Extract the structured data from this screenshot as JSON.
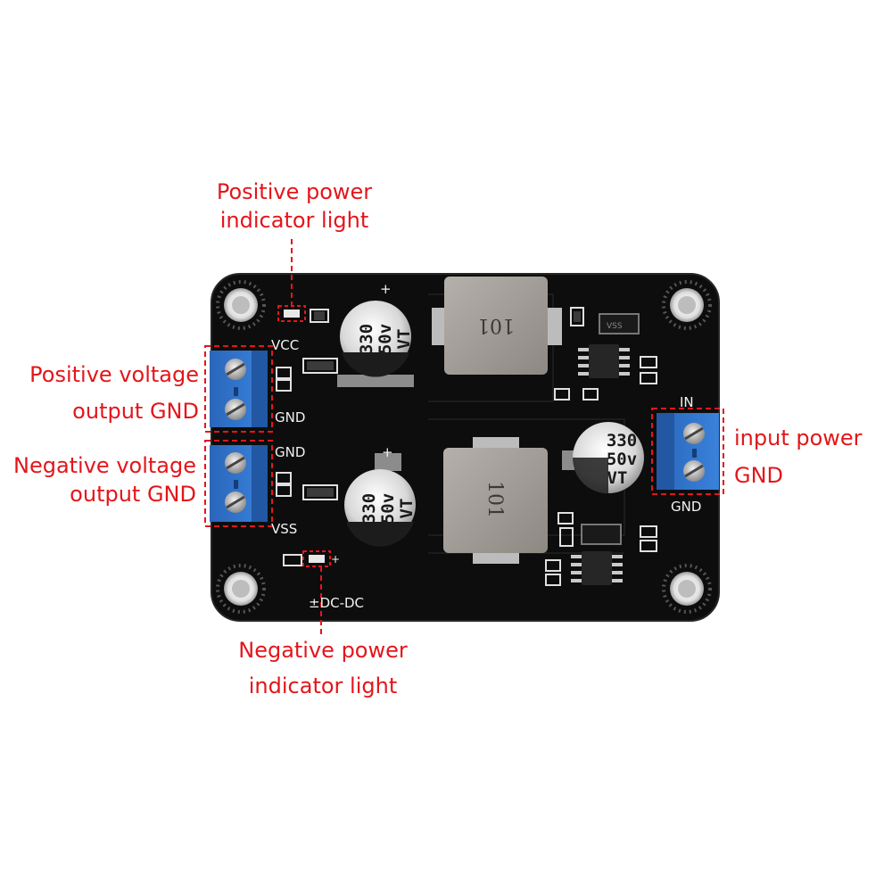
{
  "annotations": {
    "positive_indicator": {
      "line1": "Positive power",
      "line2": "indicator light"
    },
    "negative_indicator": {
      "line1": "Negative power",
      "line2": "indicator light"
    },
    "positive_output": {
      "line1": "Positive voltage",
      "line2": "output GND"
    },
    "negative_output": {
      "line1": "Negative voltage",
      "line2": "output GND"
    },
    "input": {
      "line1": "input power",
      "line2": "GND"
    }
  },
  "silkscreen": {
    "vcc": "VCC",
    "gnd_top": "GND",
    "gnd_mid": "GND",
    "vss": "VSS",
    "in": "IN",
    "gnd_right": "GND",
    "board_name": "±DC-DC",
    "plus": "+"
  },
  "components": {
    "capacitor_text": [
      "330",
      "50v",
      "VT"
    ],
    "inductor_text": "101",
    "ic_text": "VSS"
  },
  "colors": {
    "board": "#0d0d0d",
    "terminal_block": "#2f72c9",
    "annotation": "#e3161b",
    "silkscreen": "#f2f2f2"
  }
}
